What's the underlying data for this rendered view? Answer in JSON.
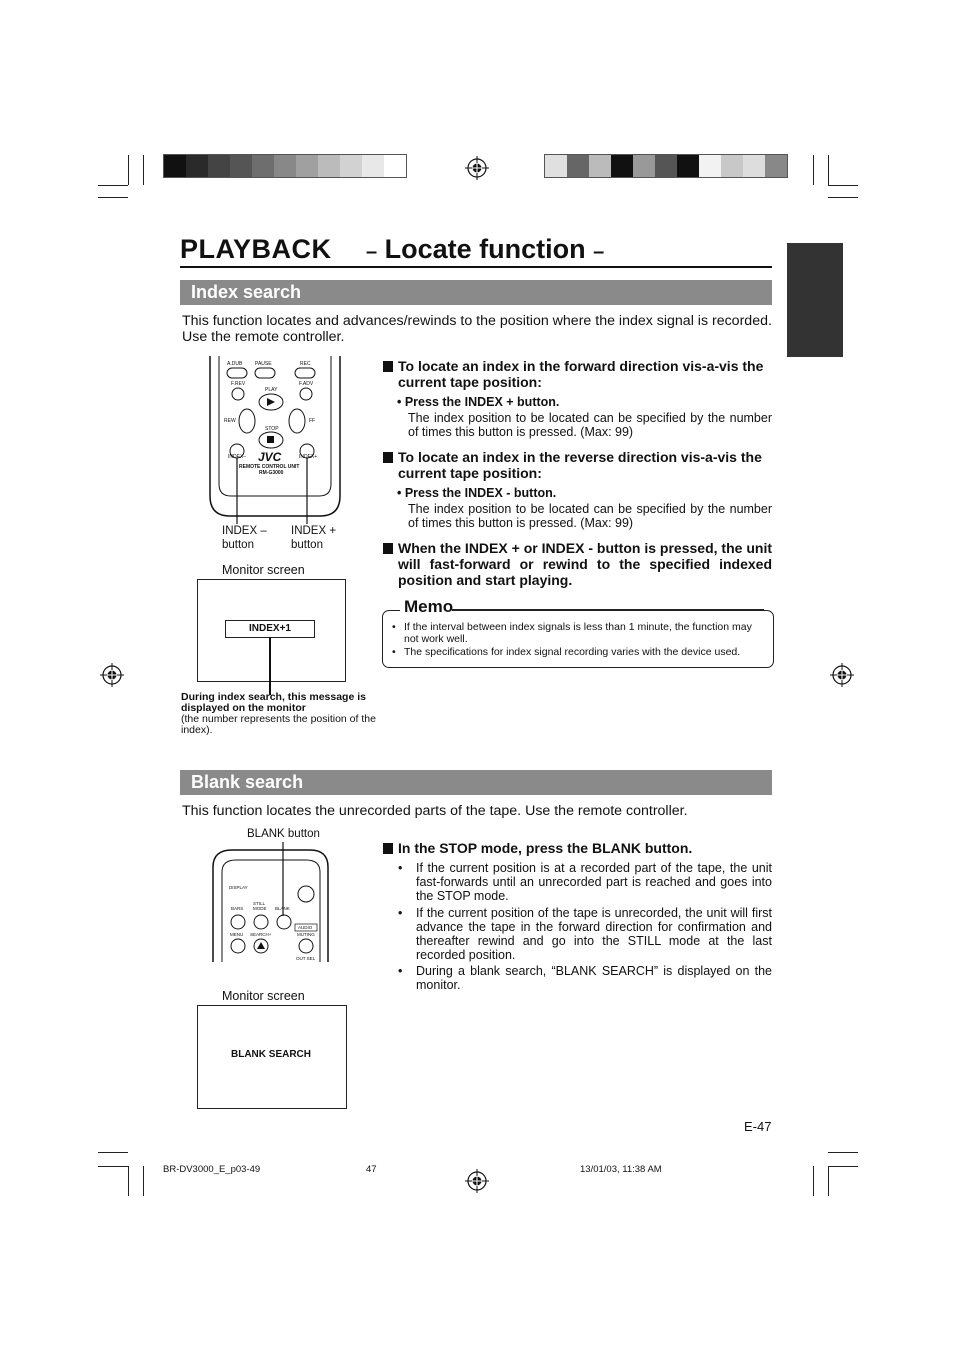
{
  "title": {
    "main": "PLAYBACK",
    "sub_prefix": "–",
    "sub": "Locate function",
    "sub_suffix": "–"
  },
  "index_search": {
    "heading": "Index search",
    "intro": "This function locates and advances/rewinds to the position where the index signal is recorded. Use the remote controller.",
    "items": [
      {
        "heading": "To locate an index in the forward direction vis-a-vis the current tape position:",
        "action": "• Press the INDEX + button.",
        "note": "The index position to be located can be specified by the number of times this button is pressed. (Max: 99)"
      },
      {
        "heading": "To locate an index in the reverse direction vis-a-vis the current tape position:",
        "action": "• Press the INDEX - button.",
        "note": "The index position to be located can be specified by the number of times this button is pressed. (Max: 99)"
      },
      {
        "heading": "When the INDEX + or INDEX - button is pressed, the unit will fast-forward or rewind to the specified indexed position and start playing."
      }
    ],
    "remote": {
      "labels": {
        "adub": "A.DUB",
        "pause": "PAUSE",
        "rec": "REC",
        "frev": "F.REV",
        "fadv": "F.ADV",
        "play": "PLAY",
        "rew": "REW",
        "ff": "FF",
        "stop": "STOP",
        "index_minus": "INDEX–",
        "index_plus": "INDEX+",
        "brand": "JVC",
        "unit": "REMOTE CONTROL UNIT",
        "model": "RM-G3000"
      },
      "callout_minus": "INDEX – button",
      "callout_plus": "INDEX + button"
    },
    "monitor_label": "Monitor screen",
    "monitor_text": "INDEX+1",
    "caption_bold": "During index search, this message is displayed on the monitor",
    "caption_normal": "(the number represents the position of the index).",
    "memo": {
      "title": "Memo",
      "items": [
        "If the interval between index signals is less than 1 minute, the function may not work well.",
        "The specifications for index signal recording varies with the device used."
      ]
    }
  },
  "blank_search": {
    "heading": "Blank search",
    "intro": "This function locates the unrecorded parts of the tape. Use the remote controller.",
    "step": "In the STOP mode, press the BLANK button.",
    "bullets": [
      "If the current position is at a recorded part of the tape, the unit fast-forwards until an unrecorded part is reached and goes into the STOP mode.",
      "If the current position of the tape is unrecorded, the unit will first advance the tape in the forward direction for confirmation and thereafter rewind and go into the STILL mode at the last recorded position.",
      "During a blank search, “BLANK SEARCH” is displayed on the monitor."
    ],
    "callout": "BLANK button",
    "remote": {
      "labels": {
        "display": "DISPLAY",
        "still_mode": "STILL MODE",
        "bars": "BARS",
        "blank": "BLANK",
        "audio": "AUDIO",
        "menu": "MENU",
        "search": "SEARCH+",
        "muting": "MUTING",
        "out_sel": "OUT SEL"
      }
    },
    "monitor_label": "Monitor screen",
    "monitor_text": "BLANK SEARCH"
  },
  "page_number": "E-47",
  "footer": {
    "file": "BR-DV3000_E_p03-49",
    "page": "47",
    "date": "13/01/03, 11:38 AM"
  },
  "colors": {
    "section_bar": "#8a8a8a",
    "side_tab": "#333333"
  },
  "calibration_left": [
    "#111111",
    "#2a2a2a",
    "#444444",
    "#555555",
    "#6e6e6e",
    "#888888",
    "#a0a0a0",
    "#bbbbbb",
    "#d2d2d2",
    "#e8e8e8",
    "#ffffff"
  ],
  "calibration_right": [
    "#e0e0e0",
    "#666666",
    "#bbbbbb",
    "#111111",
    "#999999",
    "#555555",
    "#111111",
    "#f2f2f2",
    "#c8c8c8",
    "#dddddd",
    "#888888"
  ]
}
